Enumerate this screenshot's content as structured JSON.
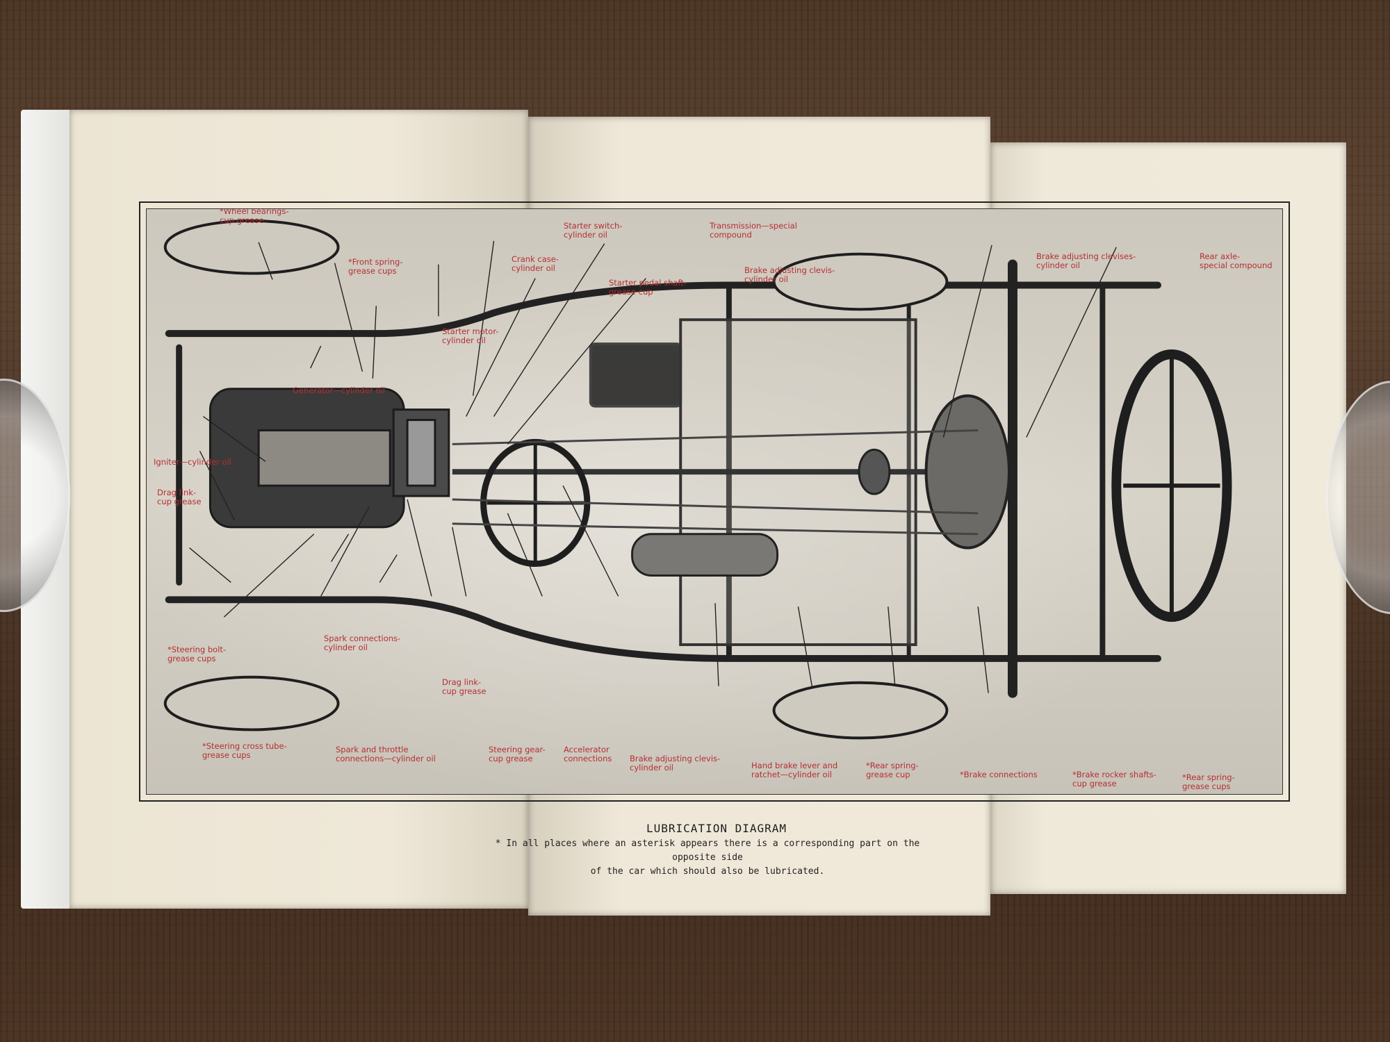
{
  "caption": "LUBRICATION DIAGRAM",
  "footnote_line1": "* In all places where an asterisk appears there is a corresponding part on the opposite side",
  "footnote_line2": "of the car which should also be lubricated.",
  "labels": {
    "wheel_bearings": "*Wheel bearings-",
    "wheel_bearings_2": "cup grease",
    "front_spring": "*Front spring-",
    "front_spring_2": "grease cups",
    "starter_switch": "Starter switch-",
    "starter_switch_2": "cylinder oil",
    "transmission": "Transmission—special",
    "transmission_2": "compound",
    "crank_case": "Crank case-",
    "crank_case_2": "cylinder oil",
    "starter_pedal": "Starter pedal shaft-",
    "starter_pedal_2": "grease cup",
    "brake_clevis_top": "Brake adjusting clevis-",
    "brake_clevis_top_2": "cylinder oil",
    "starter_motor": "Starter motor-",
    "starter_motor_2": "cylinder oil",
    "generator": "Generator—cylinder oil",
    "igniter": "Igniter—cylinder oil",
    "drag_link_left": "Drag link-",
    "drag_link_left_2": "cup grease",
    "steering_bolt": "*Steering bolt-",
    "steering_bolt_2": "grease cups",
    "steering_cross": "*Steering cross tube-",
    "steering_cross_2": "grease cups",
    "spark_connections": "Spark connections-",
    "spark_connections_2": "cylinder oil",
    "spark_throttle": "Spark and throttle",
    "spark_throttle_2": "connections—cylinder oil",
    "drag_link_bottom": "Drag link-",
    "drag_link_bottom_2": "cup grease",
    "steering_gear": "Steering gear-",
    "steering_gear_2": "cup grease",
    "accelerator": "Accelerator",
    "accelerator_2": "connections",
    "brake_clevis_bottom": "Brake adjusting clevis-",
    "brake_clevis_bottom_2": "cylinder oil",
    "hand_brake": "Hand brake lever and",
    "hand_brake_2": "ratchet—cylinder oil",
    "rear_spring_cup": "*Rear spring-",
    "rear_spring_cup_2": "grease cup",
    "brake_connections": "*Brake connections",
    "brake_rocker": "*Brake rocker shafts-",
    "brake_rocker_2": "cup grease",
    "rear_spring_cups": "*Rear spring-",
    "rear_spring_cups_2": "grease cups",
    "brake_clevises": "Brake adjusting clevises-",
    "brake_clevises_2": "cylinder oil",
    "rear_axle": "Rear axle-",
    "rear_axle_2": "special compound"
  }
}
